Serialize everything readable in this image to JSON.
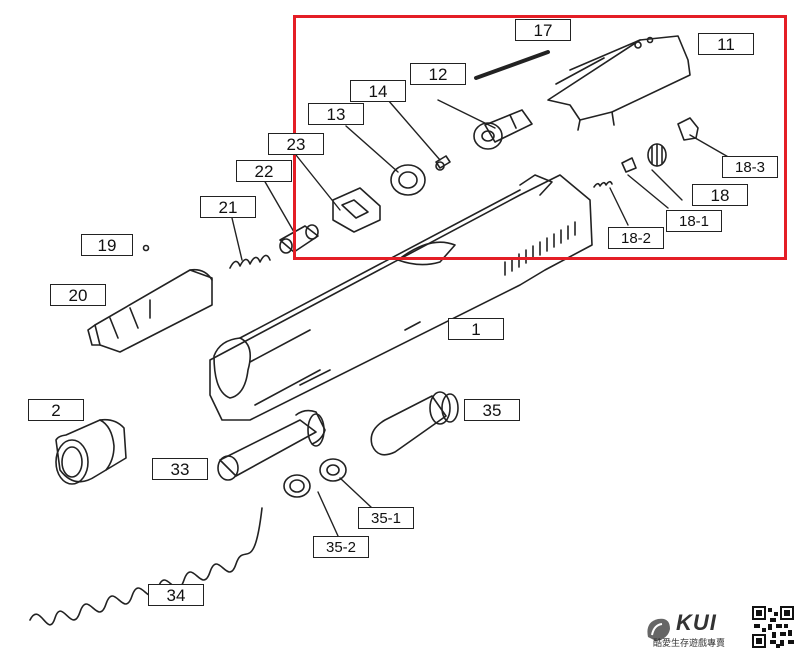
{
  "title": "",
  "parts": [
    {
      "id": "p1",
      "label": "1"
    },
    {
      "id": "p2",
      "label": "2"
    },
    {
      "id": "p11",
      "label": "11"
    },
    {
      "id": "p12",
      "label": "12"
    },
    {
      "id": "p13",
      "label": "13"
    },
    {
      "id": "p14",
      "label": "14"
    },
    {
      "id": "p17",
      "label": "17"
    },
    {
      "id": "p18",
      "label": "18"
    },
    {
      "id": "p18_1",
      "label": "18-1"
    },
    {
      "id": "p18_2",
      "label": "18-2"
    },
    {
      "id": "p18_3",
      "label": "18-3"
    },
    {
      "id": "p19",
      "label": "19"
    },
    {
      "id": "p20",
      "label": "20"
    },
    {
      "id": "p21",
      "label": "21"
    },
    {
      "id": "p22",
      "label": "22"
    },
    {
      "id": "p23",
      "label": "23"
    },
    {
      "id": "p33",
      "label": "33"
    },
    {
      "id": "p34",
      "label": "34"
    },
    {
      "id": "p35",
      "label": "35"
    },
    {
      "id": "p35_1",
      "label": "35-1"
    },
    {
      "id": "p35_2",
      "label": "35-2"
    }
  ],
  "highlight_color": "#e41e26",
  "line_color": "#222222",
  "brand": {
    "name": "KUI",
    "tagline": "酷愛生存遊戲專賣",
    "icon": "kui-logo-icon"
  },
  "qr_icon": "qr-code-icon"
}
